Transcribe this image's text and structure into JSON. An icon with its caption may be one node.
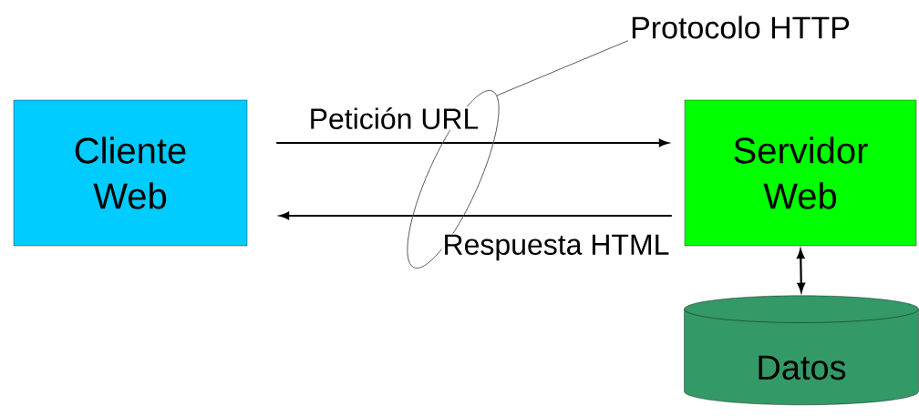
{
  "diagram": {
    "nodes": [
      {
        "text": [
          "Cliente Web"
        ]
      },
      {
        "text": [
          "Servidor Web"
        ]
      },
      {
        "text": [
          "Datos"
        ]
      },
      {
        "text": [
          "Protocolo HTTP"
        ]
      }
    ],
    "edges": [
      {
        "from": 0,
        "to": 1,
        "arrow": "to",
        "label": "Petición URL"
      },
      {
        "from": 1,
        "to": 0,
        "arrow": "to",
        "label": "Respuesta HTML"
      },
      {
        "from": 1,
        "to": 2,
        "arrow": "both"
      },
      {
        "from": 3,
        "to": null,
        "arrow": "none"
      }
    ]
  }
}
